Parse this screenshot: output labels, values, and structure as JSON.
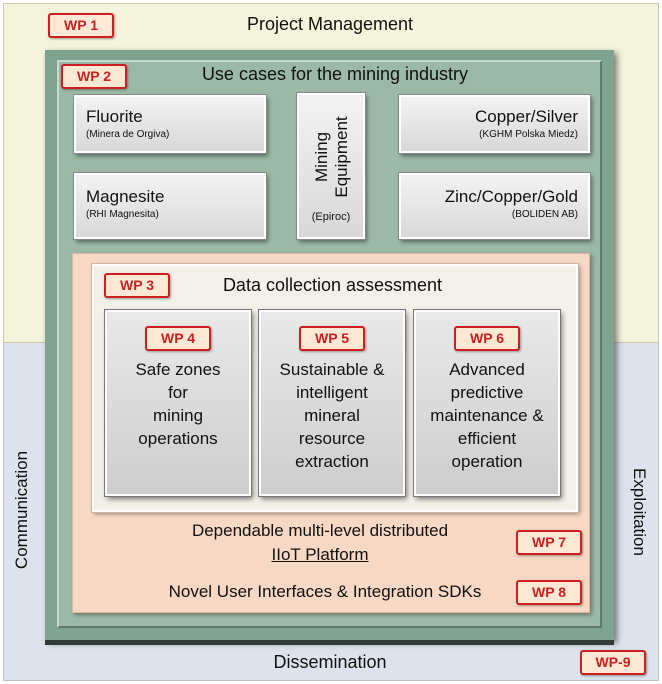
{
  "wp1": {
    "label": "WP 1",
    "title": "Project Management"
  },
  "wp2": {
    "label": "WP 2",
    "title": "Use cases for the mining industry"
  },
  "use_cases": [
    {
      "name": "Fluorite",
      "org": "(Minera de Orgiva)"
    },
    {
      "name": "Magnesite",
      "org": "(RHI Magnesita)"
    },
    {
      "name": "Copper/Silver",
      "org": "(KGHM Polska Miedz)"
    },
    {
      "name": "Zinc/Copper/Gold",
      "org": "(BOLIDEN AB)"
    }
  ],
  "mining_equipment": {
    "name": "Mining Equipment",
    "org": "(Epiroc)"
  },
  "wp3": {
    "label": "WP 3",
    "title": "Data collection assessment"
  },
  "work_packages": [
    {
      "label": "WP 4",
      "text": "Safe zones\nfor\nmining\noperations"
    },
    {
      "label": "WP 5",
      "text": "Sustainable &\nintelligent\nmineral\nresource\nextraction"
    },
    {
      "label": "WP 6",
      "text": "Advanced\npredictive\nmaintenance &\nefficient\noperation"
    }
  ],
  "wp7": {
    "label": "WP 7",
    "line1": "Dependable multi-level distributed",
    "line2": "IIoT Platform"
  },
  "wp8": {
    "label": "WP 8",
    "text": "Novel User Interfaces & Integration SDKs"
  },
  "wp9": {
    "label": "WP-9"
  },
  "side_labels": {
    "left": "Communication",
    "right": "Exploitation",
    "bottom": "Dissemination"
  }
}
